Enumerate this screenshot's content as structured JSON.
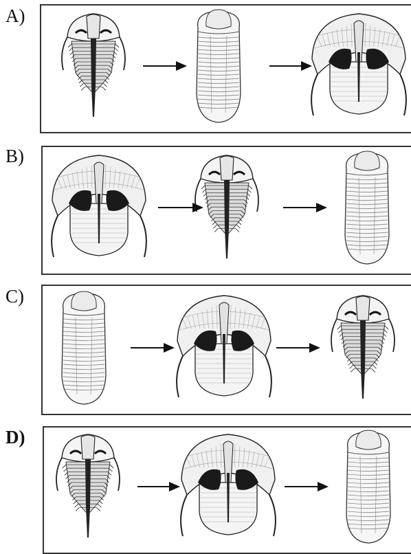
{
  "options": [
    {
      "label": "A)",
      "bold": false,
      "sequence": [
        "trilobite-spiny",
        "trilobite-smooth",
        "trilobite-broad-shield"
      ]
    },
    {
      "label": "B)",
      "bold": false,
      "sequence": [
        "trilobite-broad-shield",
        "trilobite-spiny",
        "trilobite-smooth"
      ]
    },
    {
      "label": "C)",
      "bold": false,
      "sequence": [
        "trilobite-smooth",
        "trilobite-broad-shield",
        "trilobite-spiny"
      ]
    },
    {
      "label": "D)",
      "bold": true,
      "sequence": [
        "trilobite-spiny",
        "trilobite-broad-shield",
        "trilobite-smooth"
      ]
    }
  ]
}
